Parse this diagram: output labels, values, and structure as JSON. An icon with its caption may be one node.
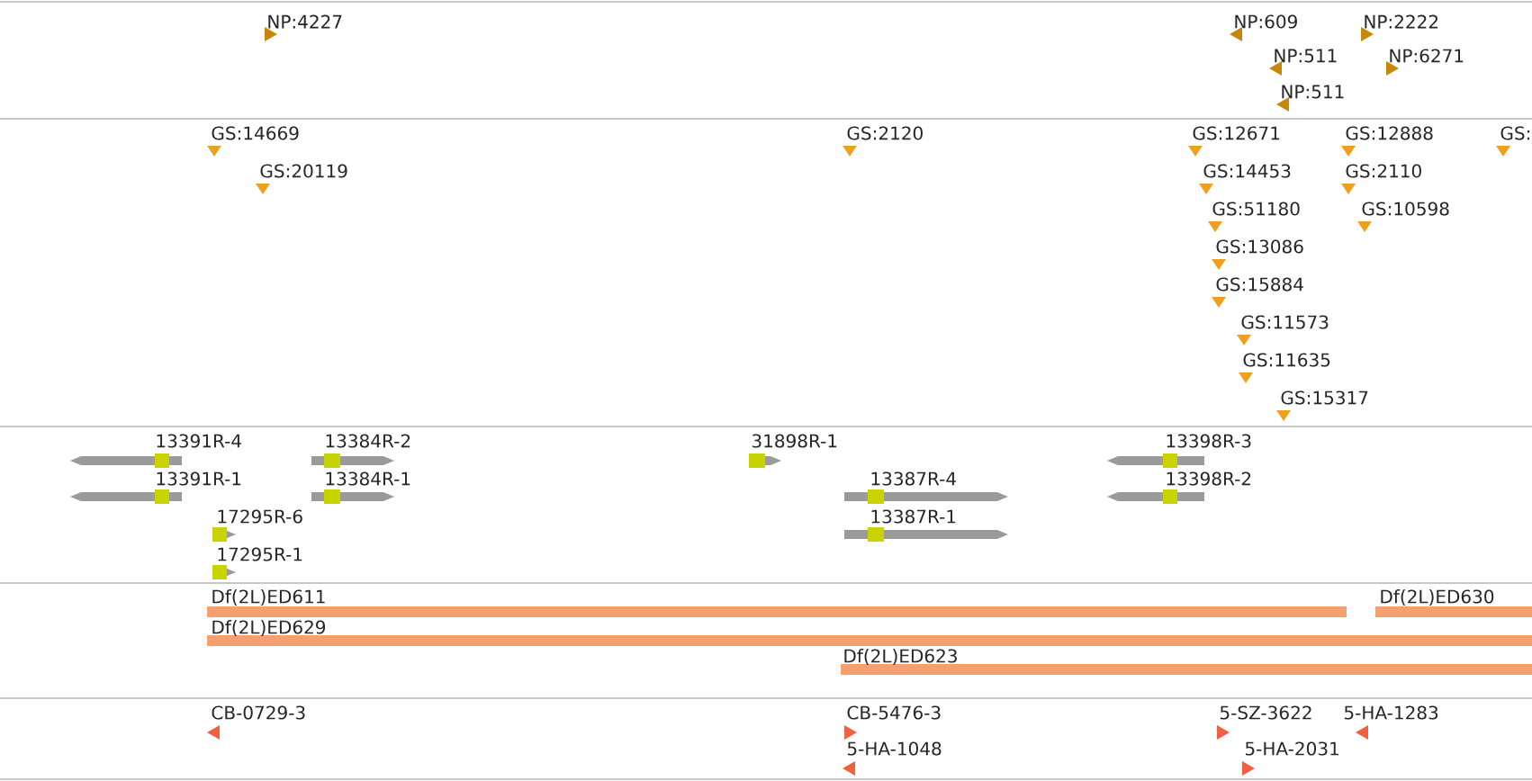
{
  "diagram": {
    "labels": [
      "NP:4227",
      "NP:609",
      "NP:2222",
      "NP:511",
      "NP:6271",
      "NP:511",
      "GS:14669",
      "GS:2120",
      "GS:12671",
      "GS:12888",
      "GS:",
      "GS:20119",
      "GS:14453",
      "GS:2110",
      "GS:51180",
      "GS:10598",
      "GS:13086",
      "GS:15884",
      "GS:11573",
      "GS:11635",
      "GS:15317",
      "13391R-4",
      "13384R-2",
      "31898R-1",
      "13398R-3",
      "13391R-1",
      "13384R-1",
      "13387R-4",
      "13398R-2",
      "17295R-6",
      "13387R-1",
      "17295R-1",
      "Df(2L)ED611",
      "Df(2L)ED630",
      "Df(2L)ED629",
      "Df(2L)ED623",
      "CB-0729-3",
      "CB-5476-3",
      "5-SZ-3622",
      "5-HA-1283",
      "5-HA-1048",
      "5-HA-2031"
    ]
  }
}
